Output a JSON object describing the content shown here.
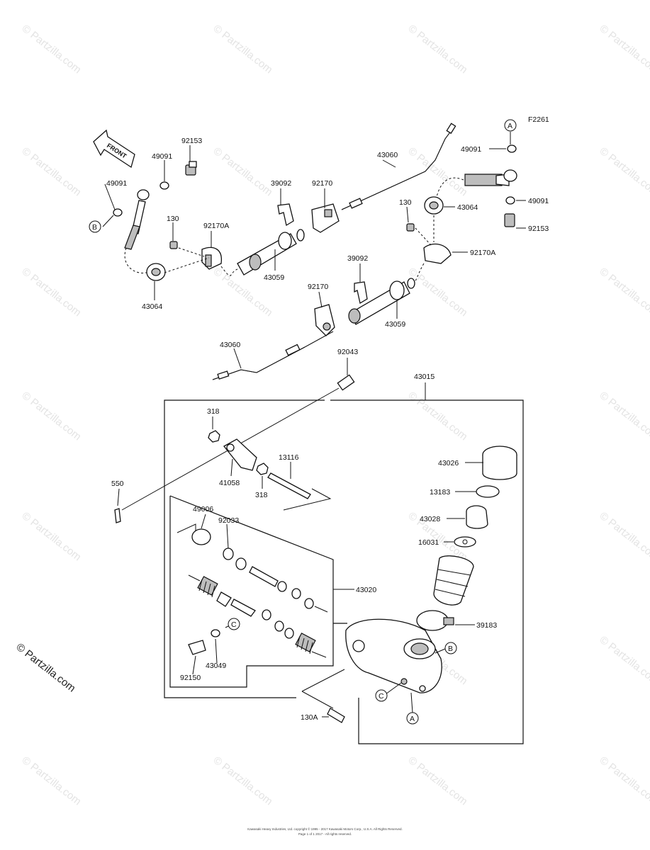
{
  "figure_code": "F2261",
  "front_label": "FRONT",
  "brand_watermark": "© Partzilla.com",
  "footer": {
    "line1": "Kawasaki Heavy Industries, Ltd. copyright © 1995 - 2017 Kawasaki Motors Corp., U.S.A. All Rights Reserved.",
    "line2": "Page 1 of 1 2017 - All rights reserved."
  },
  "callouts": {
    "A": "A",
    "B": "B",
    "C": "C"
  },
  "parts": {
    "p92153_l": "92153",
    "p49091_l1": "49091",
    "p49091_l2": "49091",
    "p130_l": "130",
    "p92170A_l": "92170A",
    "p43064_l": "43064",
    "p39092_t": "39092",
    "p92170_t": "92170",
    "p43059_t": "43059",
    "p43060_t": "43060",
    "p49091_r1": "49091",
    "p49091_r2": "49091",
    "p130_r": "130",
    "p43064_r": "43064",
    "p92153_r": "92153",
    "p92170A_r": "92170A",
    "p39092_m": "39092",
    "p92170_m": "92170",
    "p43059_m": "43059",
    "p43060_m": "43060",
    "p92043": "92043",
    "p43015": "43015",
    "p318_a": "318",
    "p41058": "41058",
    "p318_b": "318",
    "p13116": "13116",
    "p550": "550",
    "p43026": "43026",
    "p13183": "13183",
    "p43028": "43028",
    "p16031": "16031",
    "p39183": "39183",
    "p49006": "49006",
    "p92033": "92033",
    "p43020": "43020",
    "p92150": "92150",
    "p43049": "43049",
    "p130A": "130A"
  }
}
